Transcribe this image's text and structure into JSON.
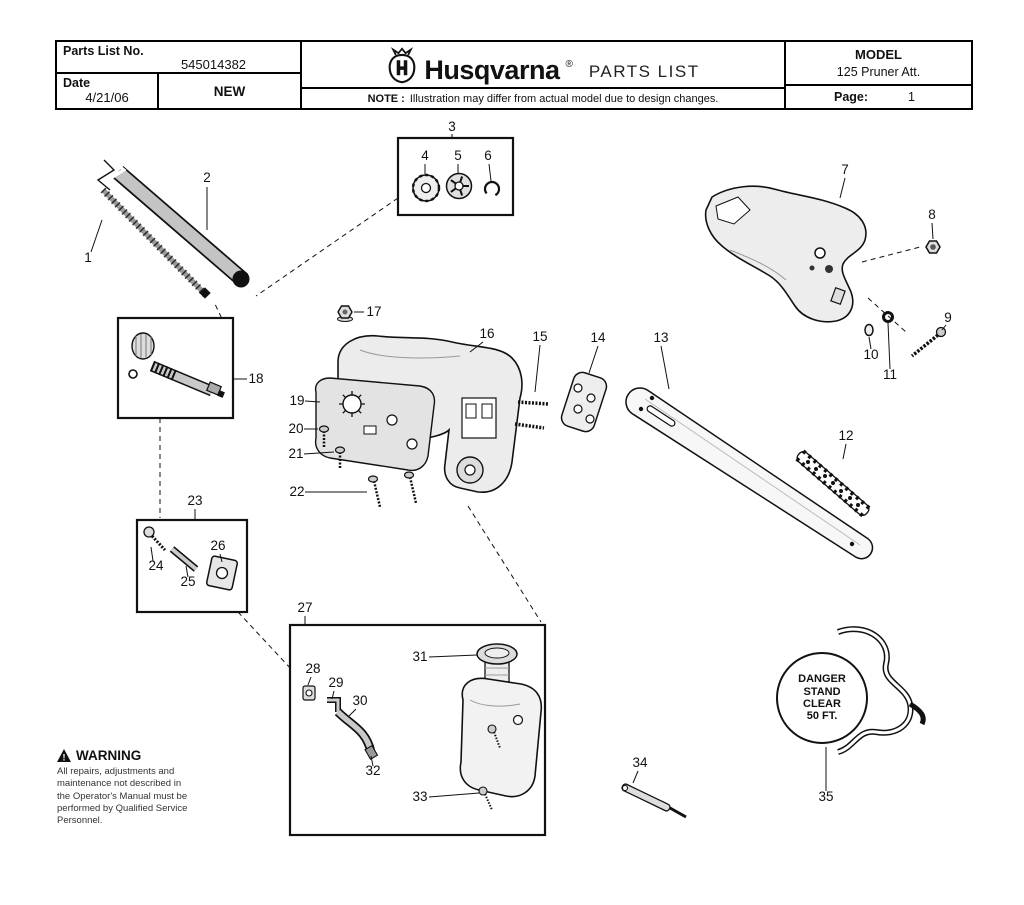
{
  "header": {
    "parts_list_label": "Parts List No.",
    "parts_list_no": "545014382",
    "date_label": "Date",
    "date_value": "4/21/06",
    "new_label": "NEW",
    "brand": "Husqvarna",
    "registered": "®",
    "title": "PARTS LIST",
    "note_label": "NOTE :",
    "note_text": "Illustration may differ from actual model due to design changes.",
    "model_label": "MODEL",
    "model_value": "125 Pruner Att.",
    "page_label": "Page:",
    "page_value": "1"
  },
  "decal": {
    "lines": [
      "DANGER",
      "STAND",
      "CLEAR",
      "50 FT."
    ]
  },
  "warning": {
    "title": "WARNING",
    "lines": [
      "All repairs, adjustments and",
      "maintenance not described in",
      "the Operator's Manual must be",
      "performed by Qualified Service",
      "Personnel."
    ]
  },
  "callouts": [
    "1",
    "2",
    "3",
    "4",
    "5",
    "6",
    "7",
    "8",
    "9",
    "10",
    "11",
    "12",
    "13",
    "14",
    "15",
    "16",
    "17",
    "18",
    "19",
    "20",
    "21",
    "22",
    "23",
    "24",
    "25",
    "26",
    "27",
    "28",
    "29",
    "30",
    "31",
    "32",
    "33",
    "34",
    "35"
  ],
  "icons": {
    "logo": "husqvarna-crest",
    "warning": "warning-triangle"
  },
  "colors": {
    "ink": "#111111",
    "background": "#ffffff",
    "shade_light": "#ececec",
    "shade_mid": "#c9c9c9"
  }
}
